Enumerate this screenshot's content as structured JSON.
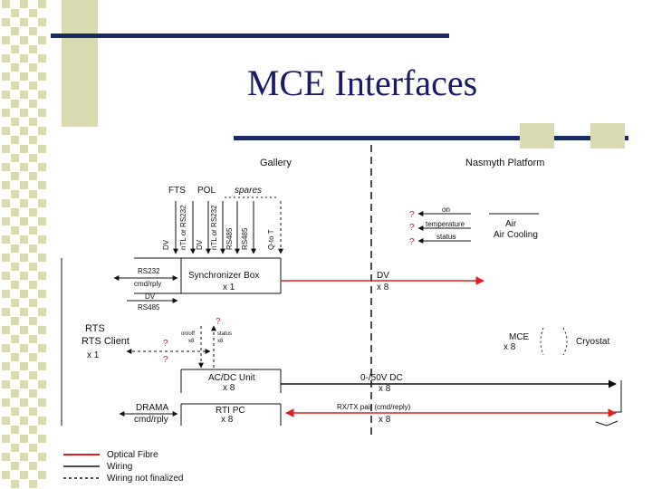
{
  "slide": {
    "title": "MCE Interfaces"
  },
  "diagram": {
    "regions": {
      "left": "Gallery",
      "right": "Nasmyth Platform"
    },
    "top_inputs": {
      "fts_label": "FTS",
      "pol_label": "POL",
      "spares_label": "spares",
      "vertical_labels": [
        "DV",
        "nTL or RS232",
        "DV",
        "nTL or RS232",
        "RS485",
        "RS485",
        "Q-to T"
      ]
    },
    "temperature_block": {
      "marks": [
        "?",
        "?",
        "?"
      ],
      "on_label": "on",
      "temperature_label": "temperature",
      "status_label": "status",
      "air_cooling_label": "Air Cooling"
    },
    "sync_box": {
      "title": "Synchronizer Box",
      "count": "x 1",
      "rs232": "RS232",
      "cmd_reply": "cmd/rply",
      "dv": "DV",
      "rs485": "RS485"
    },
    "dv_link": {
      "label": "DV",
      "count": "x 8"
    },
    "rts": {
      "name": "RTS Client",
      "count": "x 1",
      "q_marks": [
        "?",
        "?",
        "?"
      ],
      "on_off": "on/off",
      "on_off_count": "x8",
      "status": "status",
      "status_count": "x8"
    },
    "mce": {
      "label": "MCE",
      "count": "x 8",
      "cryostat": "Cryostat"
    },
    "acdc": {
      "label": "AC/DC Unit",
      "count": "x 8",
      "dc_label": "0-/50V DC",
      "dc_count": "x 8"
    },
    "drama": {
      "label": "DRAMA",
      "cmd_reply": "cmd/rply",
      "pc_label": "RTI PC",
      "pc_count": "x 8",
      "fibre_label": "RX/TX pair (cmd/reply)",
      "fibre_count": "x 8"
    },
    "legend": [
      {
        "label": "Optical Fibre",
        "color": "#e02020",
        "style": "solid"
      },
      {
        "label": "Wiring",
        "color": "#111111",
        "style": "solid"
      },
      {
        "label": "Wiring not finalized",
        "color": "#111111",
        "style": "dashed"
      }
    ]
  }
}
